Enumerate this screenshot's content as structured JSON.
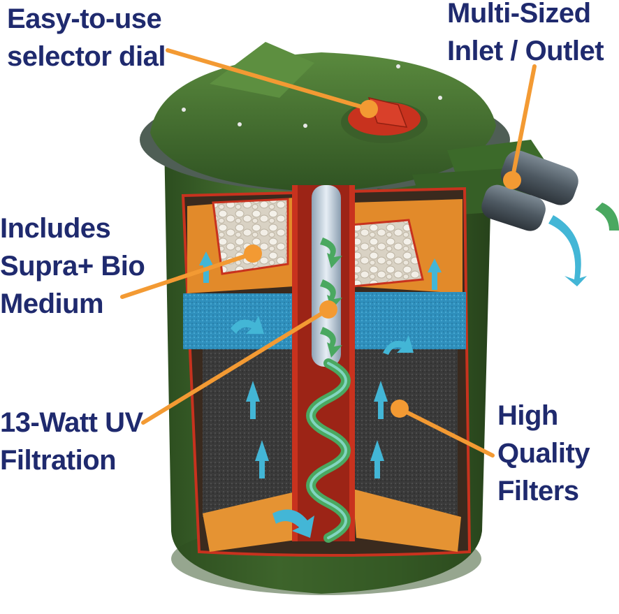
{
  "colors": {
    "label_text": "#1f2a6e",
    "leader_line": "#f39a33",
    "housing_green": "#3f6b2c",
    "cutaway_red": "#c8321e",
    "flow_blue": "#43b6d6",
    "flow_green": "#4aa860",
    "sponge_blue": "#2f8fbc",
    "sponge_black": "#333333",
    "bio_white": "#f2eee6",
    "background": "#ffffff"
  },
  "callouts": [
    {
      "id": "selector-dial",
      "lines": [
        "Easy-to-use",
        "selector dial"
      ]
    },
    {
      "id": "inlet-outlet",
      "lines": [
        "Multi-Sized",
        "Inlet / Outlet"
      ]
    },
    {
      "id": "bio-medium",
      "lines": [
        "Includes",
        "Supra+ Bio",
        "Medium"
      ]
    },
    {
      "id": "uv-filtration",
      "lines": [
        "13-Watt UV",
        "Filtration"
      ]
    },
    {
      "id": "filters",
      "lines": [
        "High",
        "Quality",
        "Filters"
      ]
    }
  ]
}
